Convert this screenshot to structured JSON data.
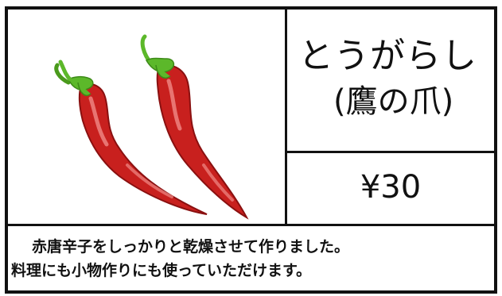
{
  "product": {
    "name": "とうがらし",
    "alt_name": "(鷹の爪)",
    "price": "¥30",
    "image": "red-chili-peppers",
    "description_lines": [
      "赤唐辛子をしっかりと乾燥させて作りました。",
      "料理にも小物作りにも使っていただけます。"
    ]
  },
  "colors": {
    "border": "#111111",
    "pepper_red": "#c8201e",
    "pepper_dark": "#8a1010",
    "stem_green": "#5cb82a"
  }
}
